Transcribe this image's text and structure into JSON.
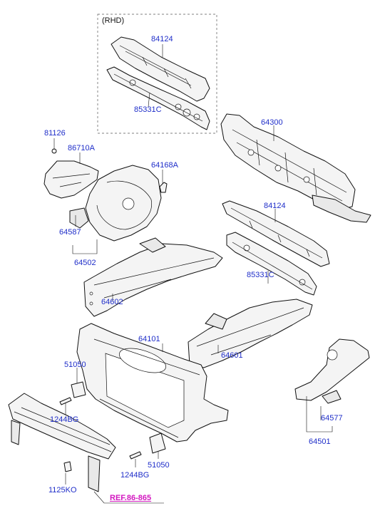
{
  "rhd_label": "(RHD)",
  "labels": {
    "p84124_rhd": "84124",
    "p85331c_rhd": "85331C",
    "p81126": "81126",
    "p86710a": "86710A",
    "p64168a": "64168A",
    "p64300": "64300",
    "p84124": "84124",
    "p85331c": "85331C",
    "p64587": "64587",
    "p64502": "64502",
    "p64602": "64602",
    "p64101": "64101",
    "p64601": "64601",
    "p51050_left": "51050",
    "p1244bg_left": "1244BG",
    "p64577": "64577",
    "p64501": "64501",
    "p51050_right": "51050",
    "p1244bg_right": "1244BG",
    "p1125ko": "1125KO"
  },
  "ref": "REF.86-865"
}
